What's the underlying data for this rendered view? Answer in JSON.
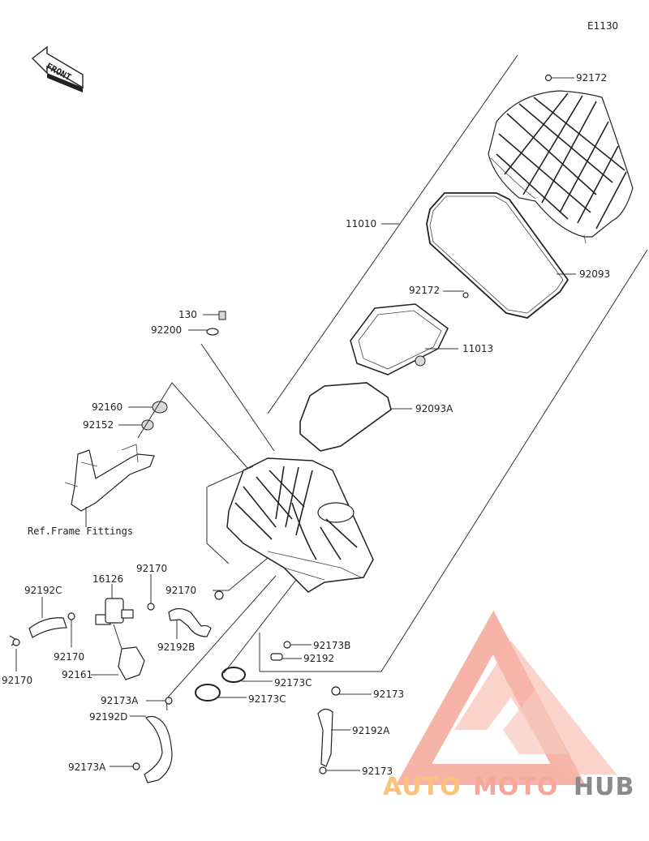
{
  "diagram_code": "E1130",
  "front_label": "FRONT",
  "ref_note": "Ref.Frame Fittings",
  "callouts": {
    "p92172_top": "92172",
    "p11010": "11010",
    "p92093": "92093",
    "p92172_mid": "92172",
    "p11013": "11013",
    "p130": "130",
    "p92200": "92200",
    "p92093A": "92093A",
    "p92160": "92160",
    "p92152": "92152",
    "p92170_a": "92170",
    "p16126": "16126",
    "p92192C": "92192C",
    "p92170_b": "92170",
    "p92170_c": "92170",
    "p92170_d": "92170",
    "p92161": "92161",
    "p92192B": "92192B",
    "p92173B": "92173B",
    "p92192": "92192",
    "p92173C_a": "92173C",
    "p92173C_b": "92173C",
    "p92173A_a": "92173A",
    "p92192D": "92192D",
    "p92173_a": "92173",
    "p92192A": "92192A",
    "p92173A_b": "92173A",
    "p92173_b": "92173"
  },
  "watermark": {
    "part1": "AUTO",
    "part2": "MOTO",
    "part3": "HUB",
    "color_main": "#f4a79a",
    "color_accent": "#f9c47a",
    "color_dark": "#8a8a8a"
  }
}
